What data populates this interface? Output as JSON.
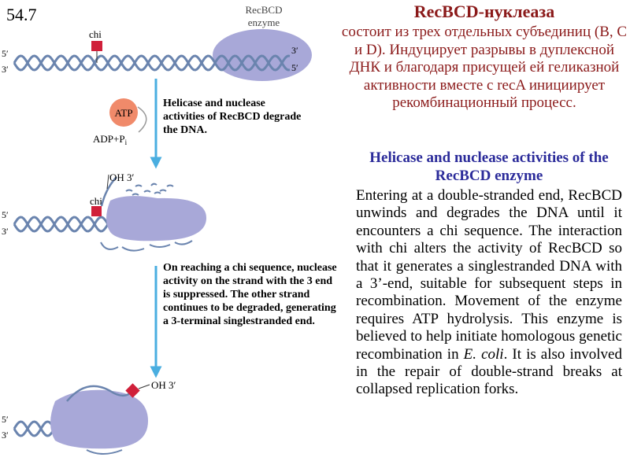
{
  "slide_number": "54.7",
  "diagram": {
    "enzyme_label_line1": "RecBCD",
    "enzyme_label_line2": "enzyme",
    "chi_label": "chi",
    "five_prime": "5′",
    "three_prime": "3′",
    "atp_label": "ATP",
    "adp_label": "ADP+P",
    "adp_subscript": "i",
    "oh_label": "OH 3′",
    "step1_text": "Helicase and nuclease activities of RecBCD degrade the DNA.",
    "step2_text": "On reaching a chi sequence, nuclease activity on the strand with the 3 end is suppressed. The other strand continues to be degraded, generating a 3-terminal singlestranded end.",
    "colors": {
      "enzyme": "#a8a8d8",
      "dna_strand": "#6a84ae",
      "chi_site": "#d0203a",
      "atp_circle": "#f08a6a",
      "arrow": "#4aaee0"
    }
  },
  "right_panel": {
    "title_ru": "RecBCD-нуклеаза",
    "desc_ru": "состоит из трех отдельных субъединиц (B, C и D). Индуцирует разрывы в дуплексной ДНК и благодаря присущей ей геликазной активности вместе с recA инициирует рекомбинационный процесс.",
    "subtitle_en": "Helicase and nuclease activities of the RecBCD enzyme",
    "body_before_italic": "Entering at a double-stranded end, RecBCD unwinds and degrades the DNA until it encounters a chi sequence. The interaction with chi alters the activity of RecBCD so that it generates a singlestranded DNA with a 3’-end, suitable for subsequent steps in recombination. Movement of the enzyme requires ATP hydrolysis. This enzyme is believed to help initiate homologous genetic recombination in ",
    "body_italic": "E. coli",
    "body_after_italic": ". It is also involved in the repair of double-strand breaks at collapsed replication forks."
  }
}
